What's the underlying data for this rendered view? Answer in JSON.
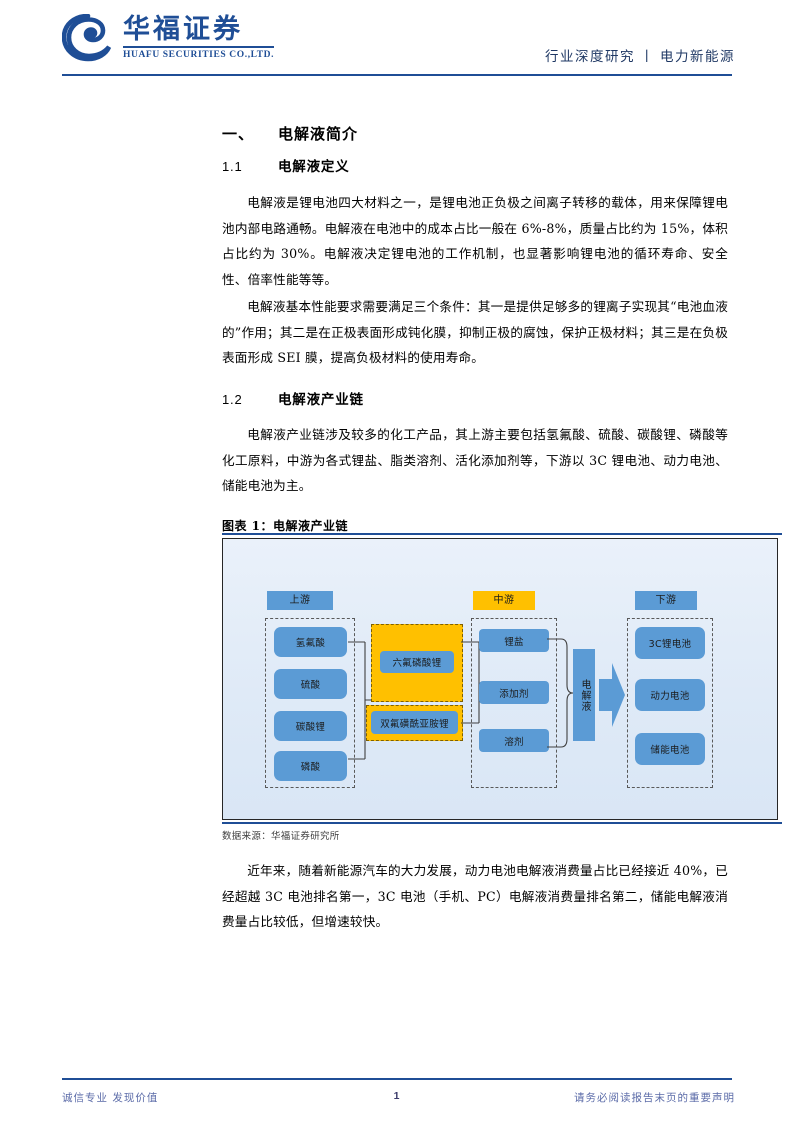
{
  "header": {
    "logo_cn": "华福证券",
    "logo_en": "HUAFU SECURITIES CO.,LTD.",
    "logo_icon": "huafu-spiral-logo",
    "report_type": "行业深度研究",
    "separator": "丨",
    "sector": "电力新能源"
  },
  "sections": {
    "h1_number": "一、",
    "h1_title": "电解液简介",
    "s11_number": "1.1",
    "s11_title": "电解液定义",
    "s12_number": "1.2",
    "s12_title": "电解液产业链"
  },
  "paragraphs": {
    "p1": "电解液是锂电池四大材料之一，是锂电池正负极之间离子转移的载体，用来保障锂电池内部电路通畅。电解液在电池中的成本占比一般在 6%-8%，质量占比约为 15%，体积占比约为 30%。电解液决定锂电池的工作机制，也显著影响锂电池的循环寿命、安全性、倍率性能等等。",
    "p2": "电解液基本性能要求需要满足三个条件：其一是提供足够多的锂离子实现其“电池血液的”作用；其二是在正极表面形成钝化膜，抑制正极的腐蚀，保护正极材料；其三是在负极表面形成 SEI 膜，提高负极材料的使用寿命。",
    "p3": "电解液产业链涉及较多的化工产品，其上游主要包括氢氟酸、硫酸、碳酸锂、磷酸等化工原料，中游为各式锂盐、脂类溶剂、活化添加剂等，下游以 3C 锂电池、动力电池、储能电池为主。",
    "p4": "近年来，随着新能源汽车的大力发展，动力电池电解液消费量占比已经接近 40%，已经超越 3C 电池排名第一，3C 电池（手机、PC）电解液消费量排名第二，储能电解液消费量占比较低，但增速较快。"
  },
  "figure": {
    "caption": "图表 1：电解液产业链",
    "source": "数据来源：华福证券研究所",
    "stages": {
      "upstream": "上游",
      "midstream": "中游",
      "downstream": "下游"
    },
    "upstream_nodes": [
      "氢氟酸",
      "硫酸",
      "碳酸锂",
      "磷酸"
    ],
    "midstream_highlight_nodes": [
      "六氟磷酸锂",
      "双氟磺酰亚胺锂"
    ],
    "midstream_nodes": [
      "锂盐",
      "添加剂",
      "溶剂"
    ],
    "product_node": "电解液",
    "downstream_nodes": [
      "3C锂电池",
      "动力电池",
      "储能电池"
    ],
    "colors": {
      "node_blue": "#5B9BD5",
      "highlight_yellow": "#FFC000",
      "frame": "#262626",
      "panel_bg": "#E3EDF8"
    }
  },
  "footer": {
    "slogan": "诚信专业  发现价值",
    "page_number": "1",
    "disclaimer": "请务必阅读报告末页的重要声明"
  }
}
